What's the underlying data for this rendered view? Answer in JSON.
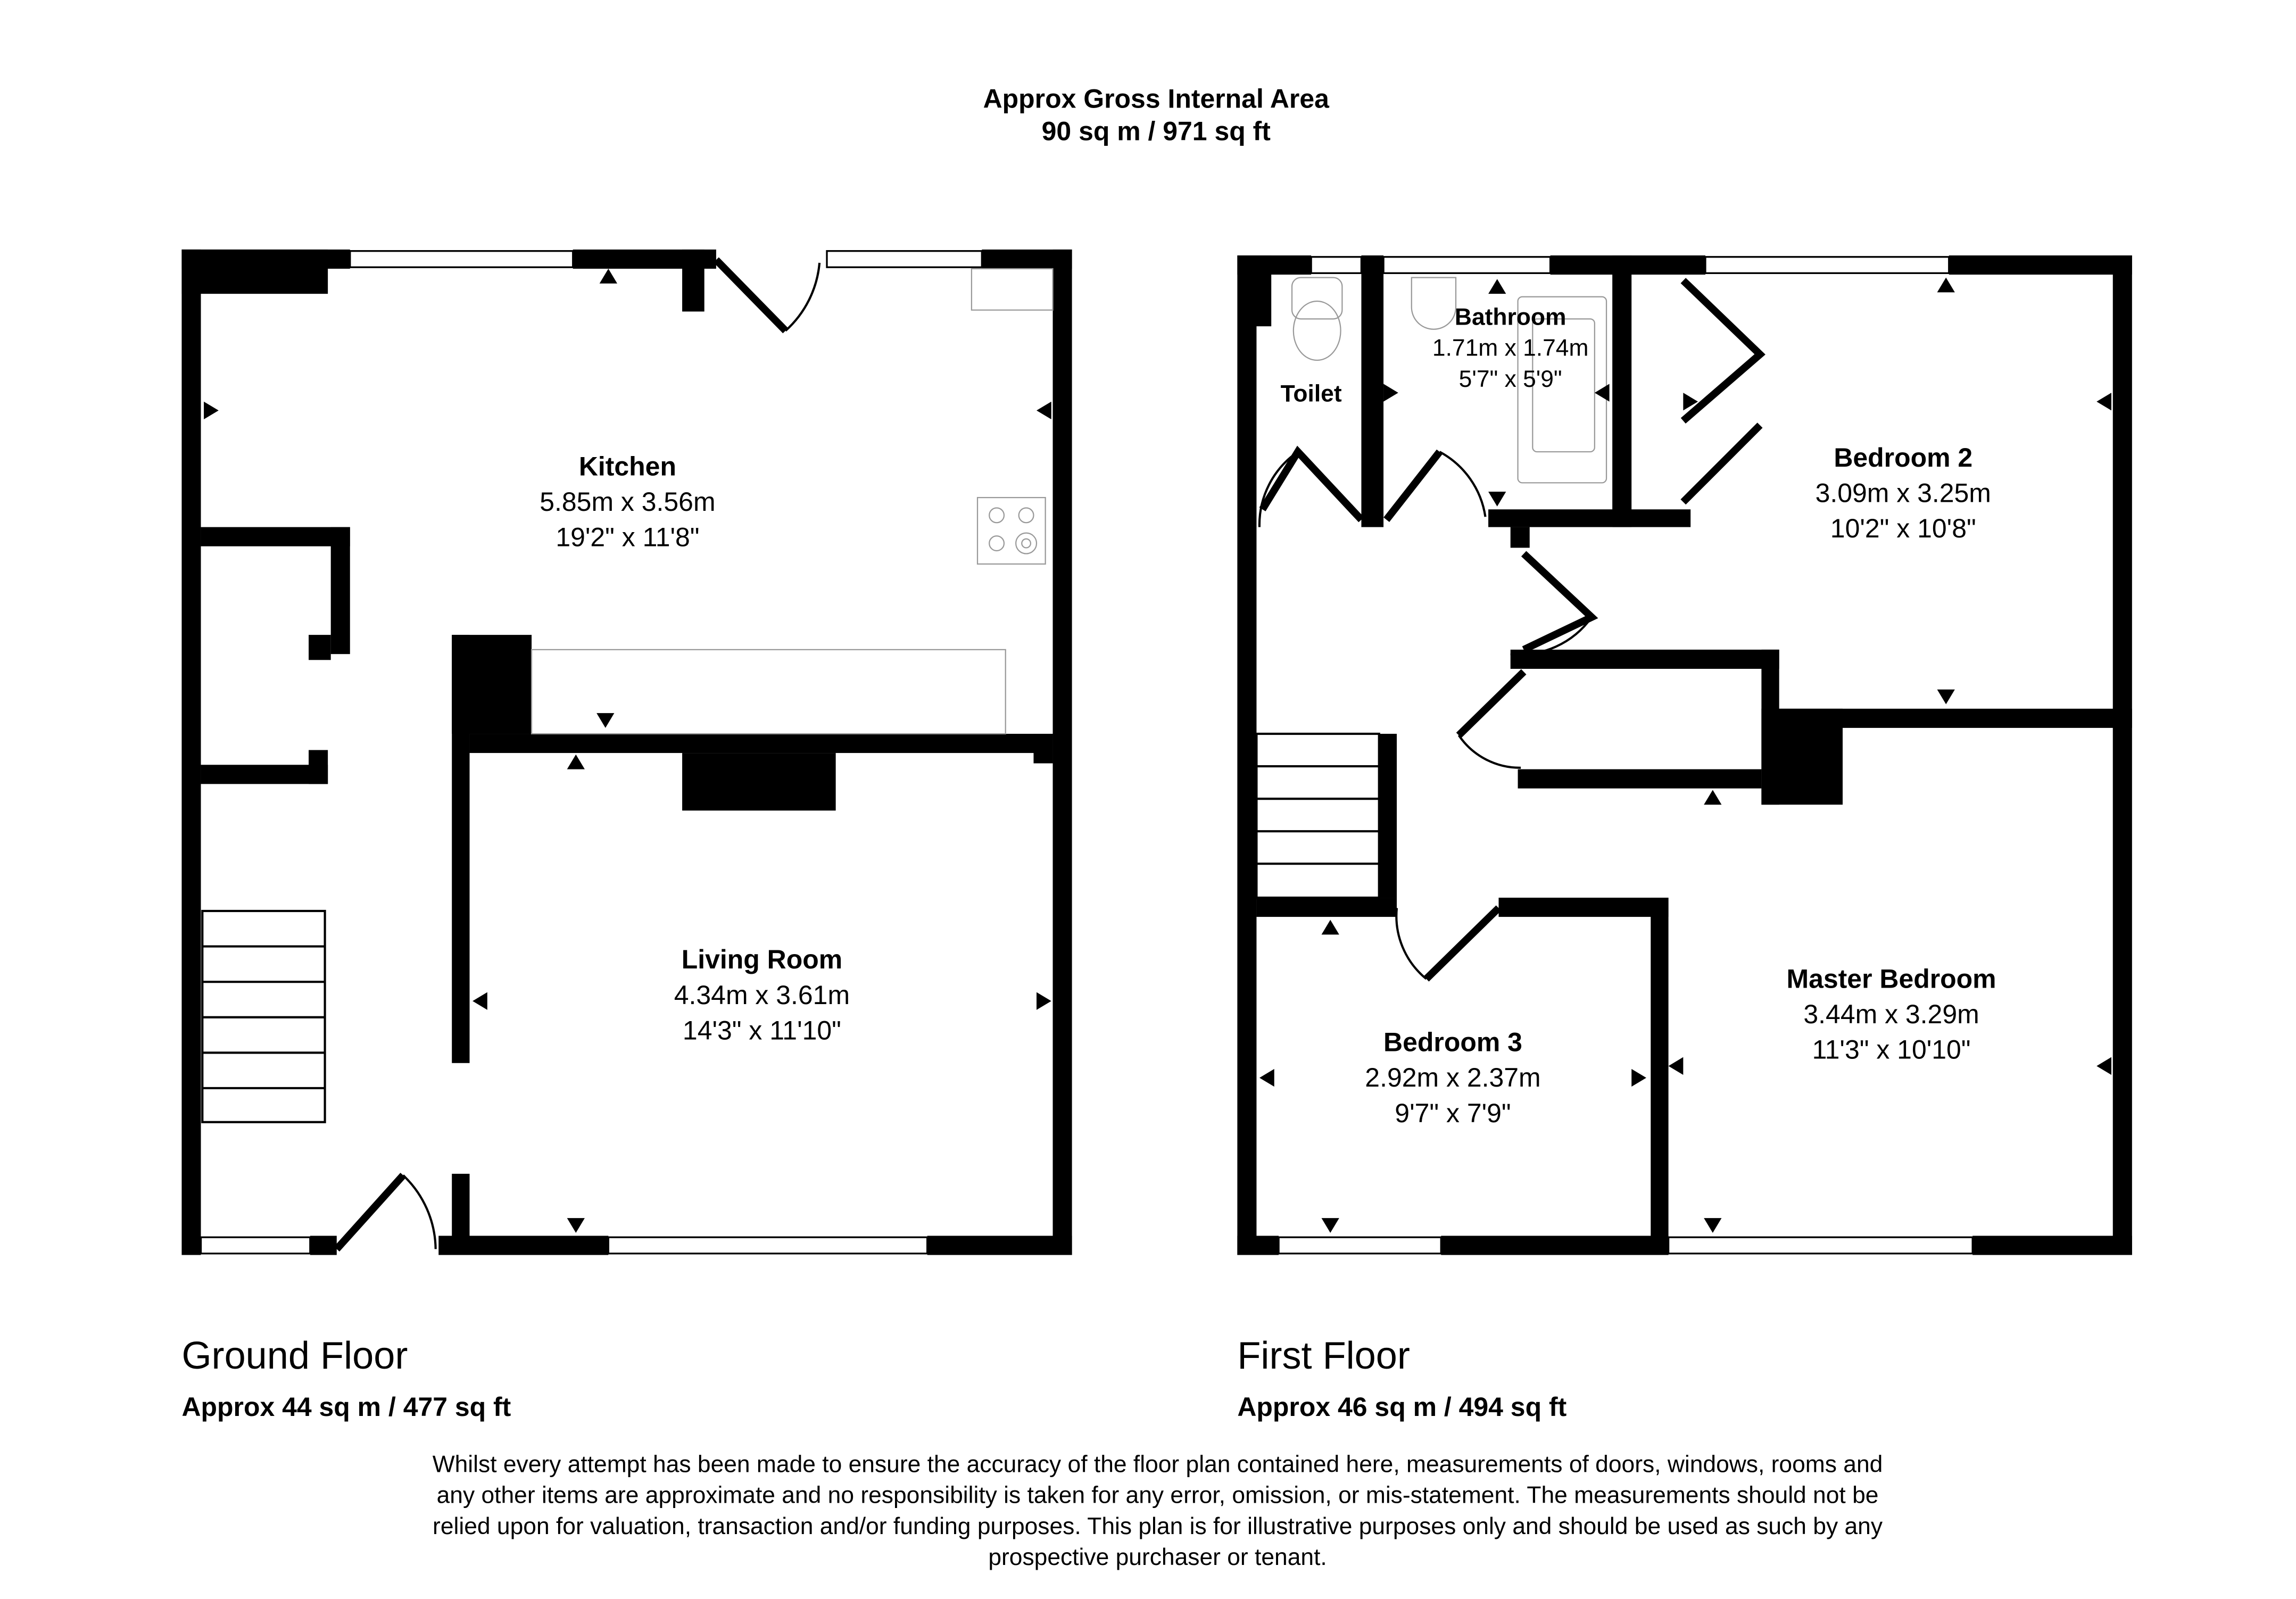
{
  "header": {
    "title": "Approx Gross Internal Area",
    "area": "90 sq m / 971 sq ft"
  },
  "ground_floor": {
    "title": "Ground Floor",
    "area": "Approx 44 sq m / 477 sq ft",
    "rooms": [
      {
        "name": "Kitchen",
        "metric": "5.85m x 3.56m",
        "imperial": "19'2\" x 11'8\""
      },
      {
        "name": "Living Room",
        "metric": "4.34m x 3.61m",
        "imperial": "14'3\" x 11'10\""
      }
    ]
  },
  "first_floor": {
    "title": "First Floor",
    "area": "Approx 46 sq m / 494 sq ft",
    "rooms": [
      {
        "name": "Bathroom",
        "metric": "1.71m x 1.74m",
        "imperial": "5'7\" x 5'9\""
      },
      {
        "name": "Toilet"
      },
      {
        "name": "Bedroom 2",
        "metric": "3.09m x 3.25m",
        "imperial": "10'2\" x 10'8\""
      },
      {
        "name": "Master Bedroom",
        "metric": "3.44m x 3.29m",
        "imperial": "11'3\" x 10'10\""
      },
      {
        "name": "Bedroom 3",
        "metric": "2.92m x 2.37m",
        "imperial": "9'7\" x 7'9\""
      }
    ]
  },
  "disclaimer": [
    "Whilst every attempt has been made to ensure the accuracy of the floor plan contained here, measurements of doors, windows, rooms and",
    "any other items are approximate and no responsibility is taken for any error, omission, or mis-statement. The measurements should not be",
    "relied upon for valuation, transaction and/or funding purposes. This plan is for illustrative purposes only and should be used as such by any",
    "prospective purchaser or tenant."
  ]
}
